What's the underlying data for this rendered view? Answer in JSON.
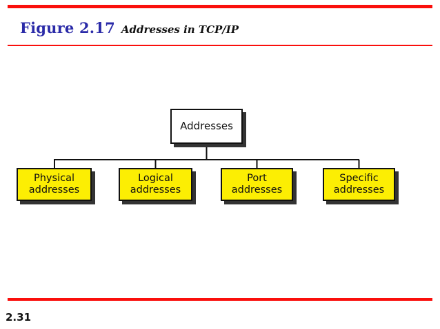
{
  "slide": {
    "figure_number": "Figure 2.17",
    "figure_caption": "Addresses in TCP/IP",
    "page_number": "2.31",
    "accent_color": "#fa0f0c",
    "figure_number_color": "#2a2aa8",
    "leaf_fill_color": "#fcee03",
    "root_fill_color": "#ffffff",
    "outline_color": "#111111",
    "shadow_color": "#333333"
  },
  "diagram": {
    "type": "tree",
    "root": {
      "label": "Addresses"
    },
    "children": [
      {
        "label": "Physical\naddresses",
        "line1": "Physical",
        "line2": "addresses"
      },
      {
        "label": "Logical\naddresses",
        "line1": "Logical",
        "line2": "addresses"
      },
      {
        "label": "Port\naddresses",
        "line1": "Port",
        "line2": "addresses"
      },
      {
        "label": "Specific\naddresses",
        "line1": "Specific",
        "line2": "addresses"
      }
    ]
  }
}
